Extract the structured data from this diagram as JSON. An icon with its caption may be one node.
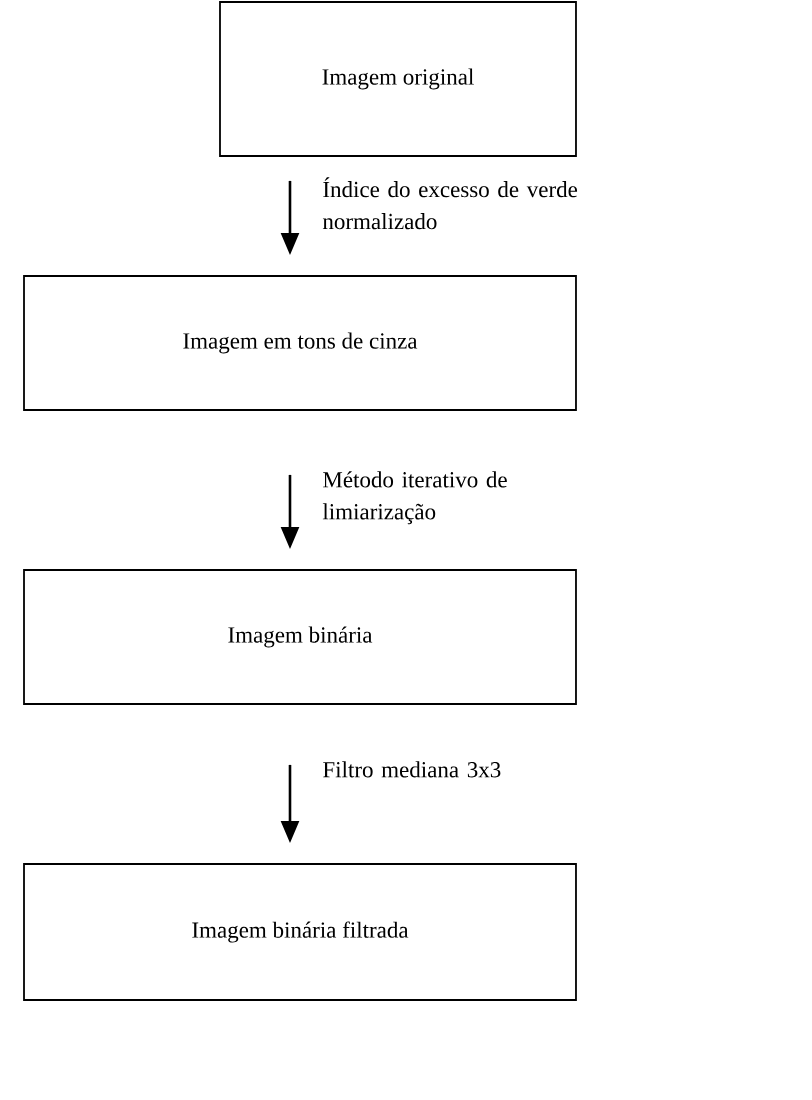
{
  "diagram": {
    "nodes": [
      {
        "text": [
          "Imagem original"
        ]
      },
      {
        "text": [
          "Imagem em tons de cinza"
        ]
      },
      {
        "text": [
          "Imagem binária"
        ]
      },
      {
        "text": [
          "Imagem binária filtrada"
        ]
      }
    ],
    "edges": [
      {
        "from": 0,
        "to": 1,
        "arrow": "to",
        "label": "Índice do excesso de verde normalizado"
      },
      {
        "from": 1,
        "to": 2,
        "arrow": "to",
        "label": "Método iterativo de limiarização"
      },
      {
        "from": 2,
        "to": 3,
        "arrow": "to",
        "label": "Filtro mediana 3x3"
      }
    ]
  }
}
